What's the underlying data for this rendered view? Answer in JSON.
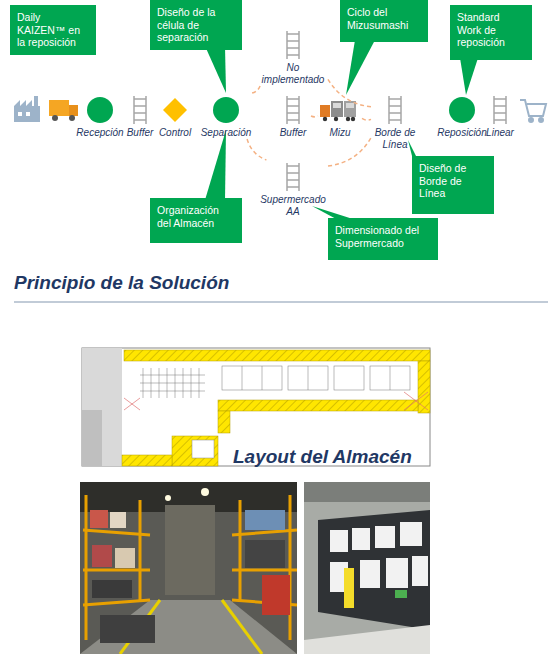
{
  "diagram": {
    "title": "Principio de la Solución",
    "caption": "Layout del Almacén",
    "nodes": [
      {
        "text": [
          "Daily KAIZEN™ en la reposición"
        ]
      },
      {
        "text": [
          "Diseño de la célula de separación"
        ]
      },
      {
        "text": [
          "Ciclo del Mizusumashi"
        ]
      },
      {
        "text": [
          "Standard Work de reposición"
        ]
      },
      {
        "text": [
          "No implementado"
        ]
      },
      {
        "text": [
          "Recepción"
        ]
      },
      {
        "text": [
          "Buffer"
        ]
      },
      {
        "text": [
          "Control"
        ]
      },
      {
        "text": [
          "Separación"
        ]
      },
      {
        "text": [
          "Buffer"
        ]
      },
      {
        "text": [
          "Mizu"
        ]
      },
      {
        "text": [
          "Borde de Línea"
        ]
      },
      {
        "text": [
          "Reposición"
        ]
      },
      {
        "text": [
          "Linear"
        ]
      },
      {
        "text": [
          "Diseño de Borde de Línea"
        ]
      },
      {
        "text": [
          "Supermercado AA"
        ]
      },
      {
        "text": [
          "Organización del Almacén"
        ]
      },
      {
        "text": [
          "Dimensionado del Supermercado"
        ]
      }
    ],
    "edges": [
      {
        "from": 8,
        "to": 4,
        "arrow": "none"
      },
      {
        "from": 8,
        "to": 15,
        "arrow": "none"
      },
      {
        "from": 4,
        "to": 11,
        "arrow": "none"
      },
      {
        "from": 15,
        "to": 11,
        "arrow": "none"
      },
      {
        "from": 9,
        "to": 10,
        "arrow": "none"
      },
      {
        "from": 10,
        "to": 11,
        "arrow": "none"
      }
    ]
  }
}
